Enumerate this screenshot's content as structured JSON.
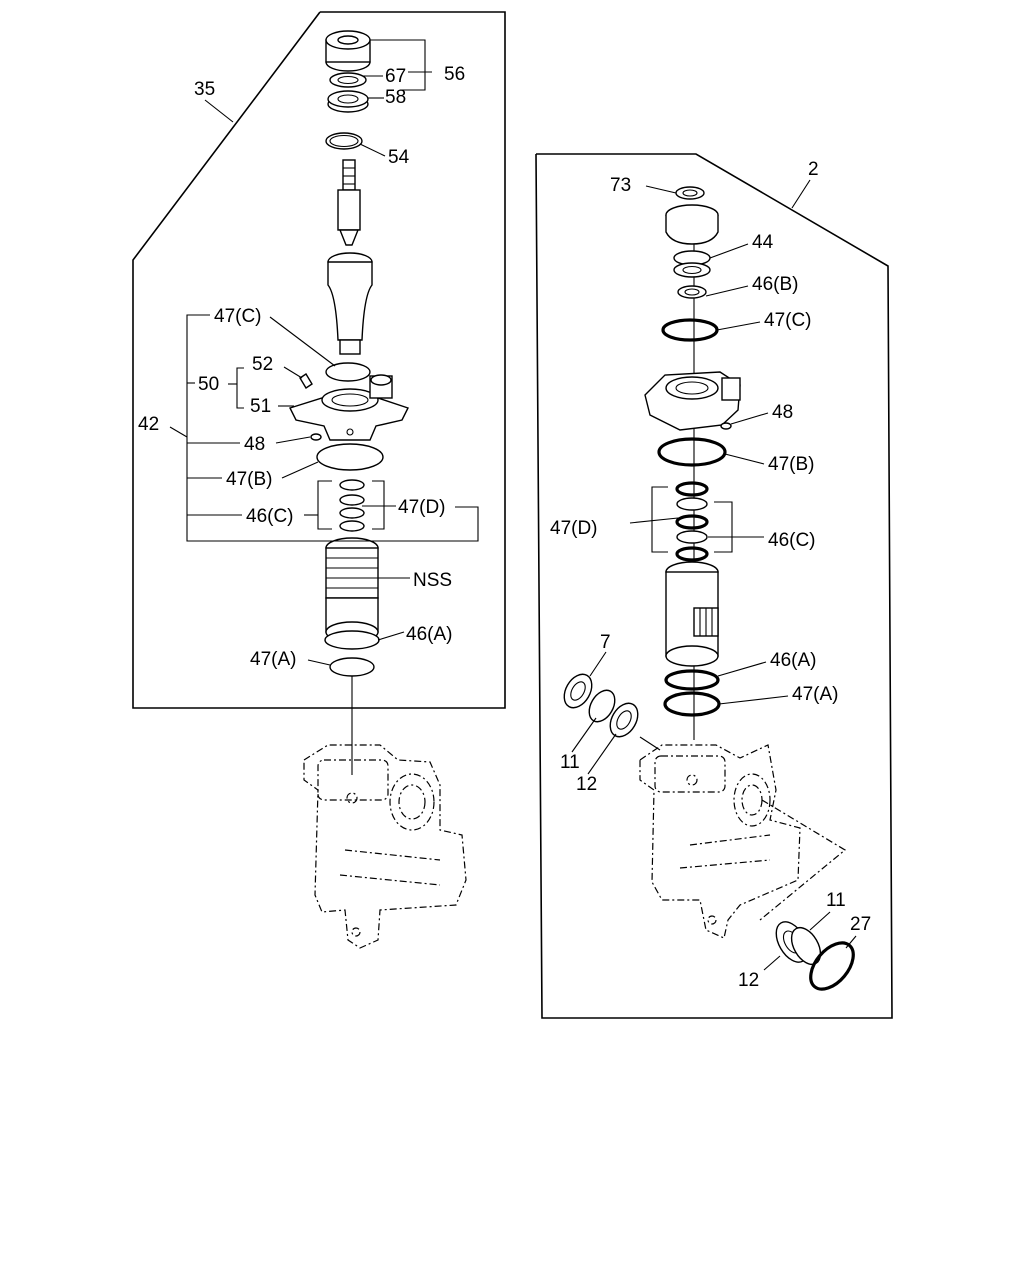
{
  "labels": {
    "l35": "35",
    "l56": "56",
    "l67": "67",
    "l58": "58",
    "l54": "54",
    "l47c_left": "47(C)",
    "l52": "52",
    "l50": "50",
    "l51": "51",
    "l42": "42",
    "l48_left": "48",
    "l47b_left": "47(B)",
    "l47d_left": "47(D)",
    "l46c_left": "46(C)",
    "lnss": "NSS",
    "l46a_left": "46(A)",
    "l47a_left": "47(A)",
    "l2": "2",
    "l73": "73",
    "l44": "44",
    "l46b_right": "46(B)",
    "l47c_right": "47(C)",
    "l48_right": "48",
    "l47b_right": "47(B)",
    "l47d_right": "47(D)",
    "l46c_right": "46(C)",
    "l46a_right": "46(A)",
    "l47a_right": "47(A)",
    "l7": "7",
    "l11_a": "11",
    "l12_a": "12",
    "l11_b": "11",
    "l27": "27",
    "l12_b": "12"
  },
  "icons": {
    "style": "line-art exploded parts drawing",
    "color": "#000000",
    "background": "#ffffff"
  }
}
